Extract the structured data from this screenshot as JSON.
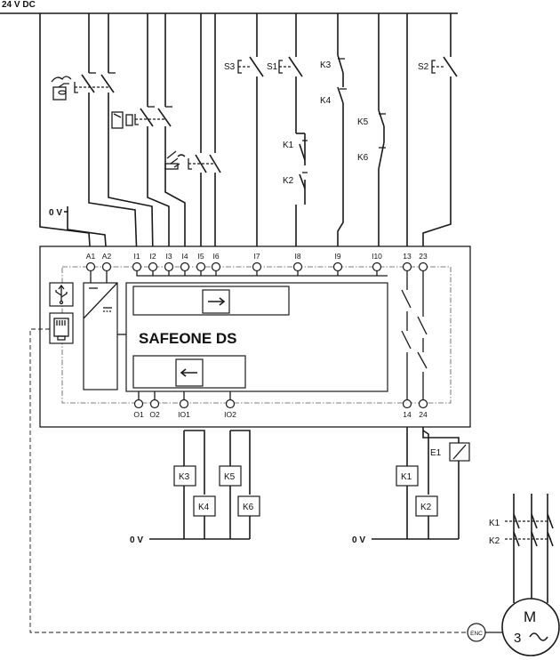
{
  "supply": {
    "plus": "24 V DC",
    "zero_top": "0 V",
    "zero_bottom_left": "0 V",
    "zero_bottom_right": "0 V"
  },
  "device": {
    "name": "SAFEONE DS"
  },
  "terminals_top": [
    "A1",
    "A2",
    "I1",
    "I2",
    "I3",
    "I4",
    "I5",
    "I6",
    "I7",
    "I8",
    "I9",
    "I10",
    "13",
    "23"
  ],
  "terminals_bottom": [
    "O1",
    "O2",
    "IO1",
    "IO2",
    "14",
    "24"
  ],
  "switch_labels": {
    "s3": "S3",
    "s1": "S1",
    "s2": "S2",
    "k3": "K3",
    "k4": "K4",
    "k1": "K1",
    "k2": "K2",
    "k5": "K5",
    "k6": "K6"
  },
  "relays": {
    "k3": "K3",
    "k4": "K4",
    "k5": "K5",
    "k6": "K6",
    "k1": "K1",
    "k2": "K2",
    "e1": "E1"
  },
  "motor": {
    "k1": "K1",
    "k2": "K2",
    "m": "M",
    "phase": "3",
    "enc": "ENC"
  }
}
